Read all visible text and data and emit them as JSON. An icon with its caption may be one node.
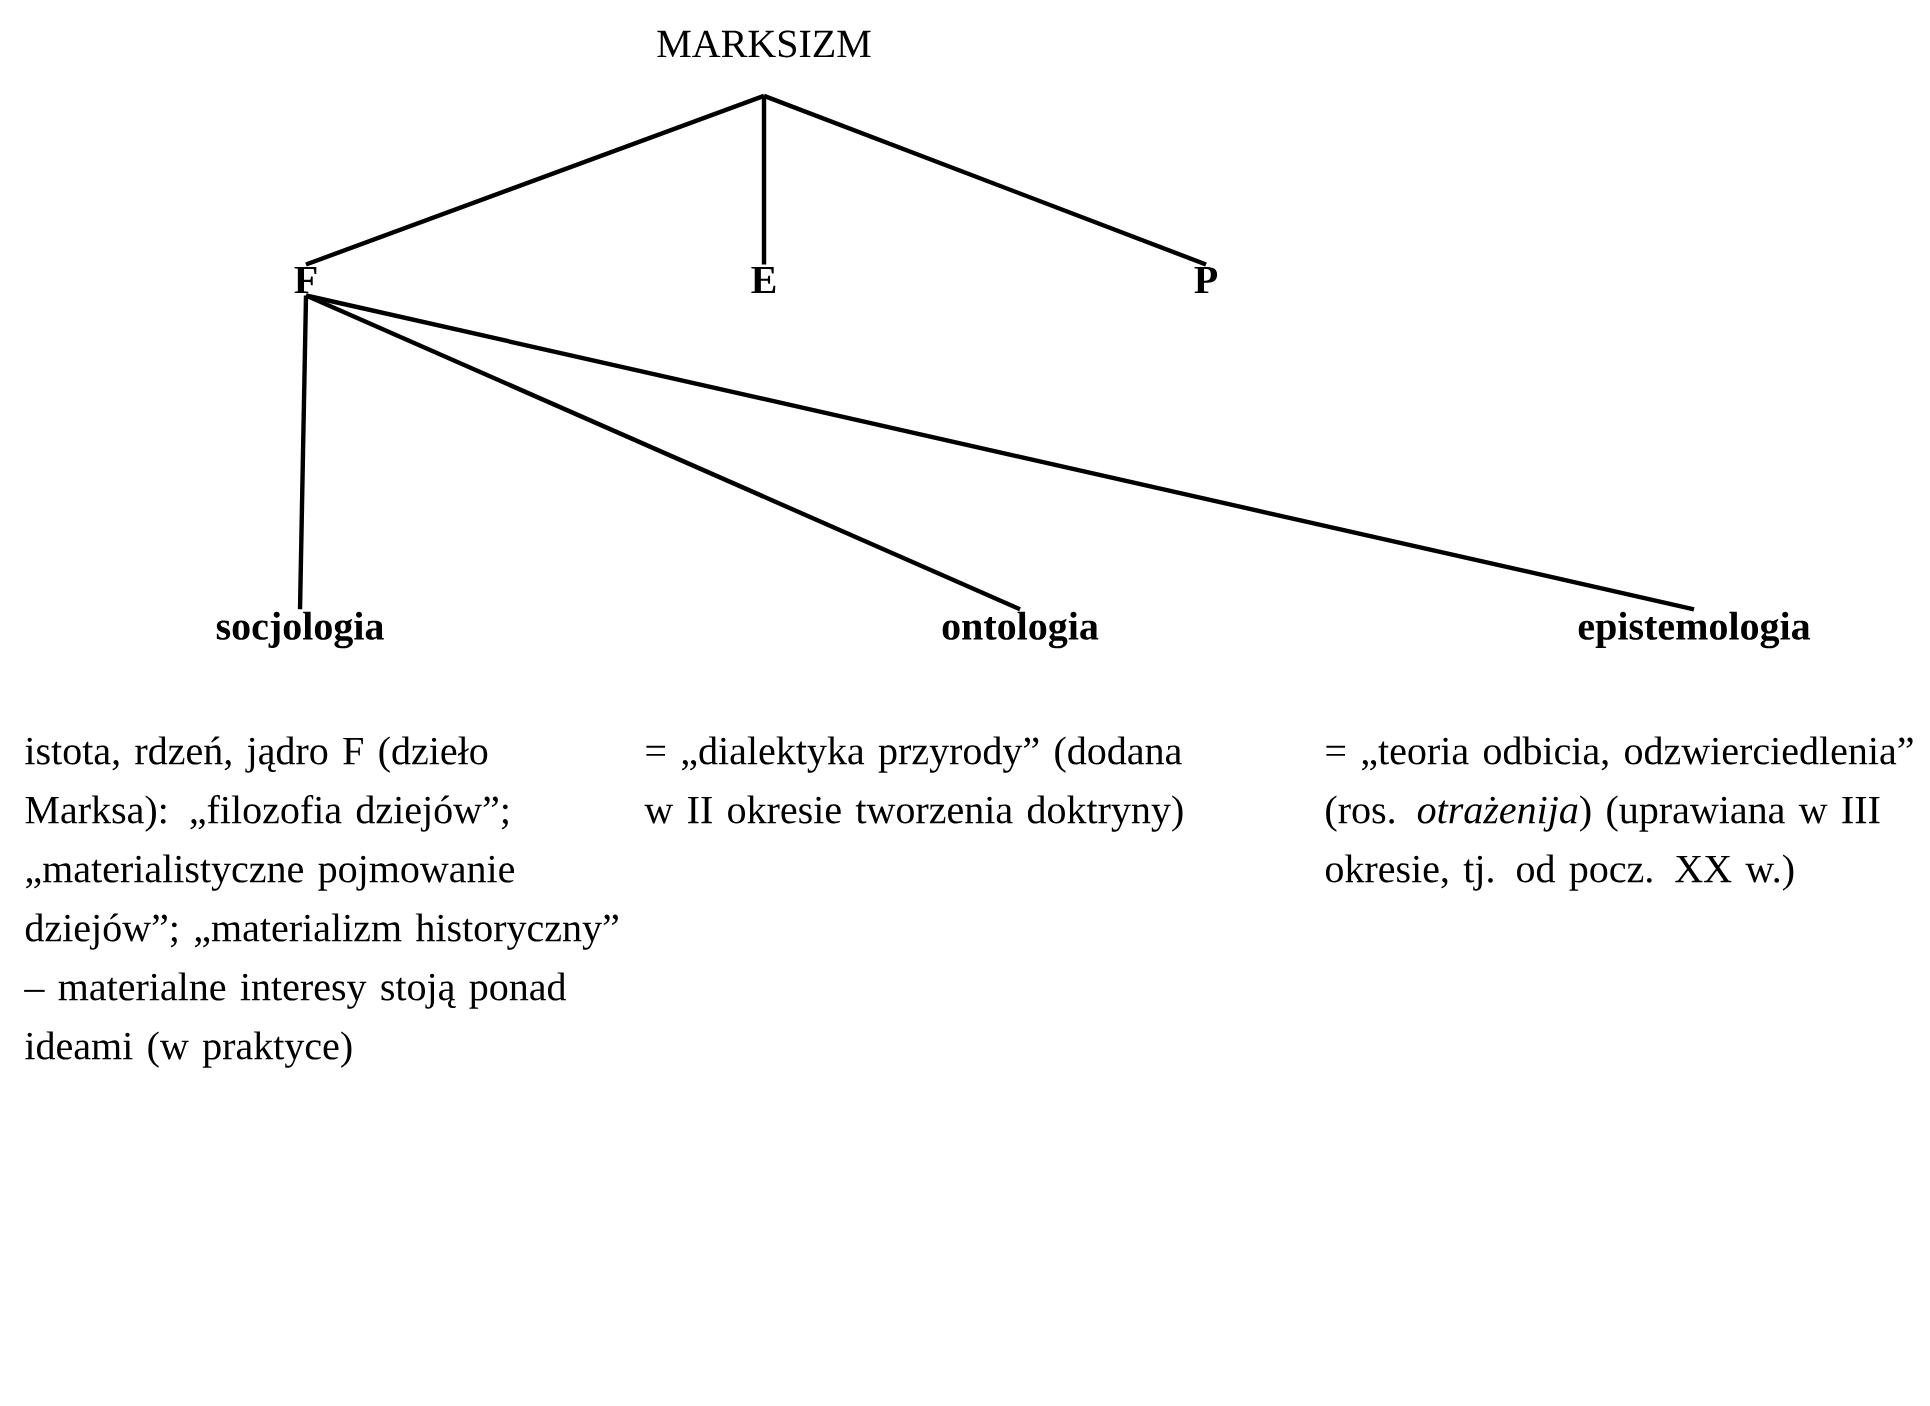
{
  "diagram": {
    "nodes": [
      {
        "text": [
          "MARKSIZM"
        ]
      },
      {
        "text": [
          "F"
        ]
      },
      {
        "text": [
          "E"
        ]
      },
      {
        "text": [
          "P"
        ]
      },
      {
        "text": [
          "socjologia"
        ],
        "beside": [
          "istota, rdzeń, jądro F (dzieło Marksa): „filozofia dziejów”; „materialistyczne pojmowanie dziejów”; „materializm historyczny” – materialne interesy stoją ponad ideami (w praktyce)"
        ]
      },
      {
        "text": [
          "ontologia"
        ],
        "beside": [
          "= „dialektyka przyrody” (dodana w II okresie tworzenia doktryny)"
        ]
      },
      {
        "text": [
          "epistemologia"
        ],
        "beside": [
          "= „teoria odbicia, odzwierciedlenia” (ros. *otrażenija*) (uprawiana w III okresie, tj. od pocz. XX w.)"
        ]
      }
    ],
    "edges": [
      {
        "from": 0,
        "to": 1,
        "arrow": "none"
      },
      {
        "from": 0,
        "to": 2,
        "arrow": "none"
      },
      {
        "from": 0,
        "to": 3,
        "arrow": "none"
      },
      {
        "from": 1,
        "to": 4,
        "arrow": "none"
      },
      {
        "from": 1,
        "to": 5,
        "arrow": "none"
      },
      {
        "from": 1,
        "to": 6,
        "arrow": "none"
      }
    ]
  }
}
